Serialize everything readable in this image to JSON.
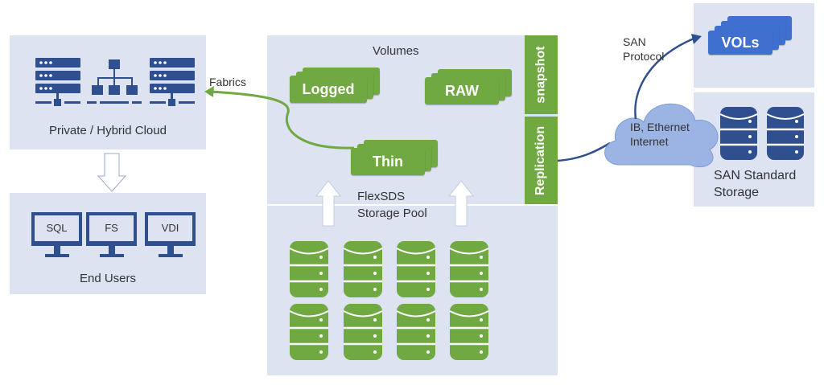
{
  "cloud_panel": {
    "label": "Private / Hybrid Cloud"
  },
  "end_users_panel": {
    "label": "End Users",
    "monitors": [
      "SQL",
      "FS",
      "VDI"
    ]
  },
  "fabrics_label": "Fabrics",
  "flexsds_panel": {
    "volumes_label": "Volumes",
    "volumes": [
      "Logged",
      "RAW",
      "Thin"
    ],
    "pool_label_line1": "FlexSDS",
    "pool_label_line2": "Storage Pool"
  },
  "side_bars": {
    "snapshot": "snapshot",
    "replication": "Replication"
  },
  "network_cloud": {
    "line1": "IB, Ethernet",
    "line2": "Internet"
  },
  "san_protocol": {
    "line1": "SAN",
    "line2": "Protocol"
  },
  "vols_panel": {
    "label": "VOLs"
  },
  "san_storage_panel": {
    "line1": "SAN Standard",
    "line2": "Storage"
  },
  "colors": {
    "panel": "#dde3f0",
    "green": "#70a842",
    "navy": "#2f4f8f",
    "blue_accent": "#3f6fcf",
    "cloud_fill": "#9bb4e3"
  }
}
